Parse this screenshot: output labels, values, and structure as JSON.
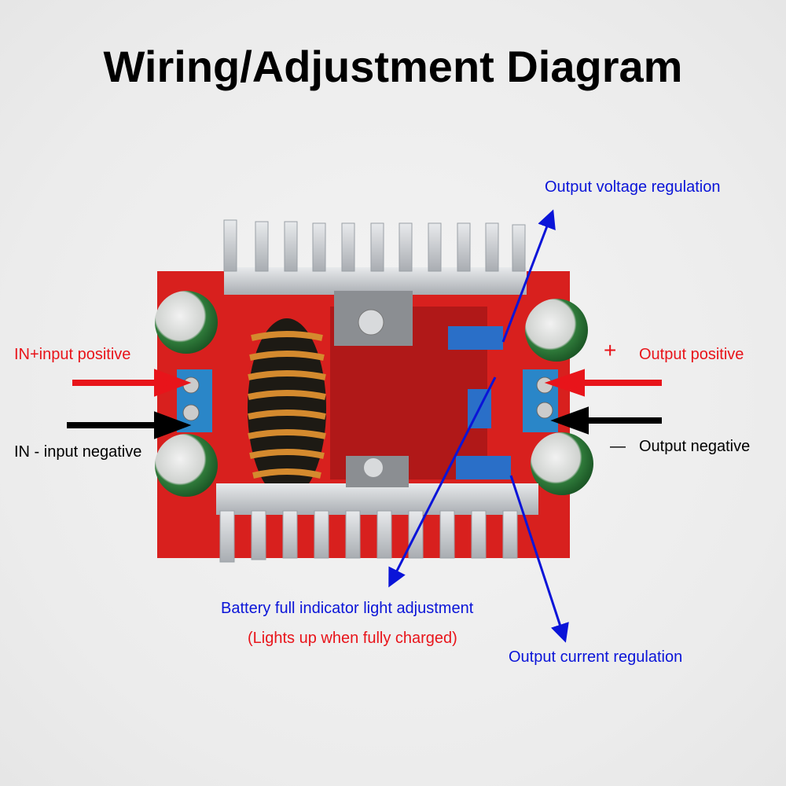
{
  "title": "Wiring/Adjustment Diagram",
  "labels": {
    "output_voltage": "Output voltage regulation",
    "in_positive": "IN+input positive",
    "in_negative": "IN - input negative",
    "out_plus_sign": "+",
    "out_positive": "Output positive",
    "out_minus_sign": "—",
    "out_negative": "Output negative",
    "battery_full": "Battery full indicator light adjustment",
    "lights_up": "(Lights up when fully charged)",
    "output_current": "Output current regulation"
  },
  "colors": {
    "blue": "#0a14d8",
    "red": "#e8141a",
    "black": "#000000",
    "pcb": "#d8201e"
  }
}
